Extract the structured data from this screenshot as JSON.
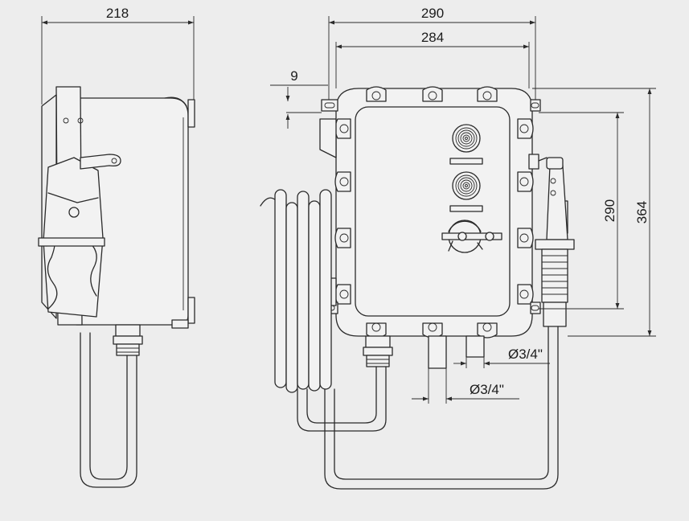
{
  "dimensions": {
    "side_width": "218",
    "front_outer_width": "290",
    "front_inner_width": "284",
    "flange_offset": "9",
    "mount_height": "290",
    "total_height": "364",
    "conduit_right": "Ø3/4\"",
    "conduit_left": "Ø3/4\""
  },
  "colors": {
    "background": "#ededed",
    "line": "#2a2a2a",
    "fill": "#f2f2f2"
  }
}
